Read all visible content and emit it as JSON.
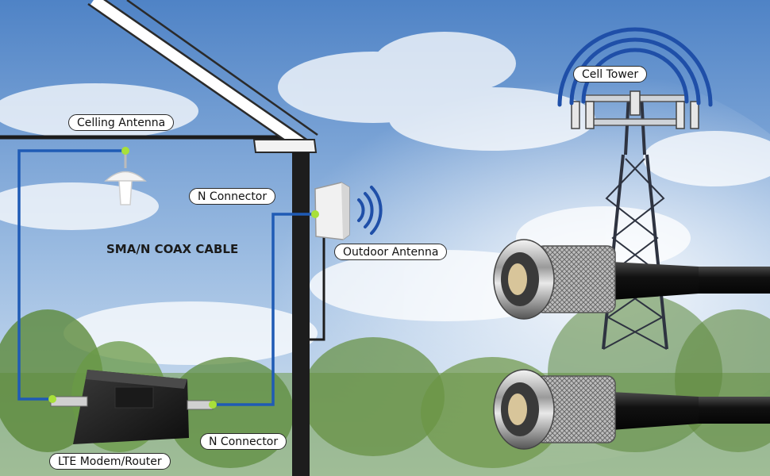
{
  "labels": {
    "ceiling_antenna": "Celling Antenna",
    "n_connector_top": "N Connector",
    "outdoor_antenna": "Outdoor Antenna",
    "cell_tower": "Cell Tower",
    "coax_cable": "SMA/N COAX CABLE",
    "n_connector_bottom": "N Connector",
    "modem_router": "LTE Modem/Router"
  },
  "colors": {
    "cable": "#1f5bb5",
    "connector_dot": "#a8e03a",
    "signal_waves": "#1f4fa8",
    "house_outline": "#1c1c1c",
    "sky_top": "#5a8ccc",
    "sky_bottom": "#c9dbee"
  },
  "icons": [
    "ceiling-antenna-icon",
    "outdoor-antenna-icon",
    "cell-tower-icon",
    "lte-router-icon",
    "n-connector-icon"
  ]
}
